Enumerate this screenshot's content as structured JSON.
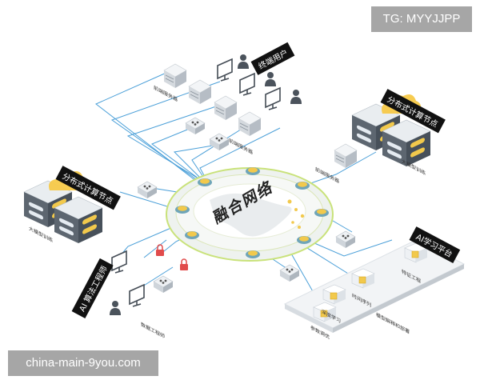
{
  "watermarks": {
    "tg": "TG: MYYJJPP",
    "site": "china-main-9you.com"
  },
  "hub": {
    "label": "融合网络"
  },
  "groups": {
    "terminal_users": "终端用户",
    "distributed_right": "分布式计算节点",
    "distributed_left": "分布式计算节点",
    "ai_platform": "AI学习平台",
    "ai_engineer": "AI 算法工程师"
  },
  "captions": {
    "front_server": "前端服务器",
    "front_server_2": "前端服务器",
    "front_server_3": "前端服务器",
    "big_model_right": "大模型训练",
    "big_model_left": "大模型训练",
    "data_engineer": "数据工程师",
    "feature_engineering": "特征工程",
    "time_series": "时间序列",
    "deep_learning": "深度学习",
    "param_tuning": "参数调优",
    "model_deploy": "模型解释和部署"
  },
  "colors": {
    "line": "#4a9fd8",
    "ring": "#e4ecea",
    "ring_edge": "#c9e27a",
    "node": "#f2c94c",
    "cloud": "#f7c948",
    "server_top": "#f1f3f5",
    "server_side": "#c7ccd2"
  }
}
